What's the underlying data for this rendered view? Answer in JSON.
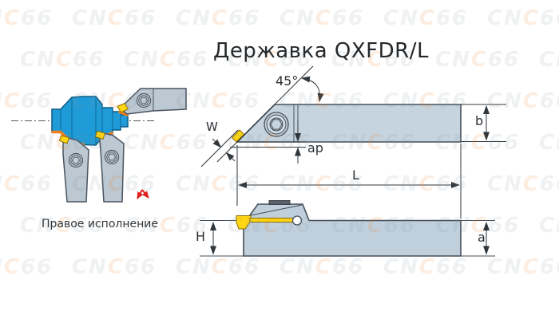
{
  "title": "Державка QXFDR/L",
  "watermark": {
    "text": "CNC66",
    "part1": "CN",
    "accent": "C",
    "part2": "66"
  },
  "illustration": {
    "caption": "Правое исполнение"
  },
  "labels": {
    "angle": "45°",
    "insert_width": "W",
    "cut_depth": "ap",
    "length": "L",
    "shank_height": "b",
    "head_height": "H",
    "shank_width": "a"
  },
  "colors": {
    "workpiece_blue": "#1f9bd7",
    "insert_yellow": "#ffd612",
    "holder_gray": "#bcc8d2",
    "drawing_body": "#c6d4e0",
    "cut_orange": "#ef7f1a",
    "arrow_red": "#e0201f",
    "outline": "#454f59"
  }
}
